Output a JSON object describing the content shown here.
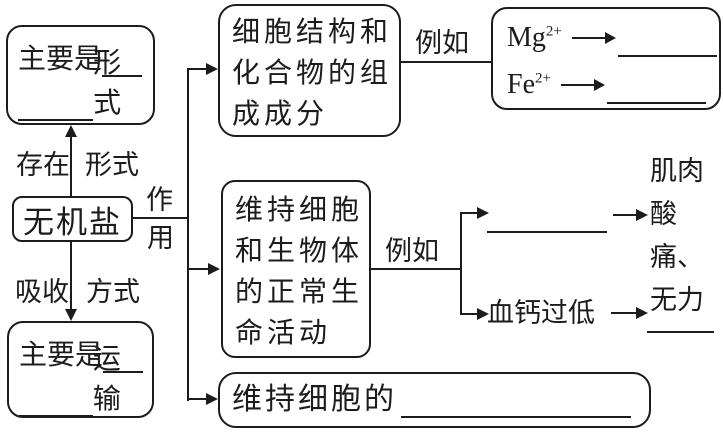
{
  "salt_box": {
    "label": "无机盐"
  },
  "exist_box": {
    "line1_prefix": "主要是",
    "line2_suffix": "形式"
  },
  "absorb_box": {
    "line1_prefix": "主要是",
    "line2_suffix": "运输"
  },
  "edge_labels": {
    "exist": "存在",
    "exist_form": "形式",
    "absorb": "吸收",
    "absorb_way": "方式",
    "function_top": "作",
    "function_bottom": "用",
    "example_1": "例如",
    "example_2": "例如"
  },
  "component_box": {
    "lines": [
      "细胞结构和",
      "化合物的组",
      "成成分"
    ]
  },
  "ion_box": {
    "rows": [
      {
        "ion": "Mg",
        "charge": "2+"
      },
      {
        "ion": "Fe",
        "charge": "2+"
      }
    ]
  },
  "maintain_box": {
    "lines": [
      "维持细胞",
      "和生物体",
      "的正常生",
      "命活动"
    ]
  },
  "example_branch": {
    "muscle_effect_lines": [
      "肌肉",
      "酸痛、",
      "无力"
    ],
    "low_calcium": "血钙过低"
  },
  "osmotic_box": {
    "prefix": "维持细胞的"
  }
}
